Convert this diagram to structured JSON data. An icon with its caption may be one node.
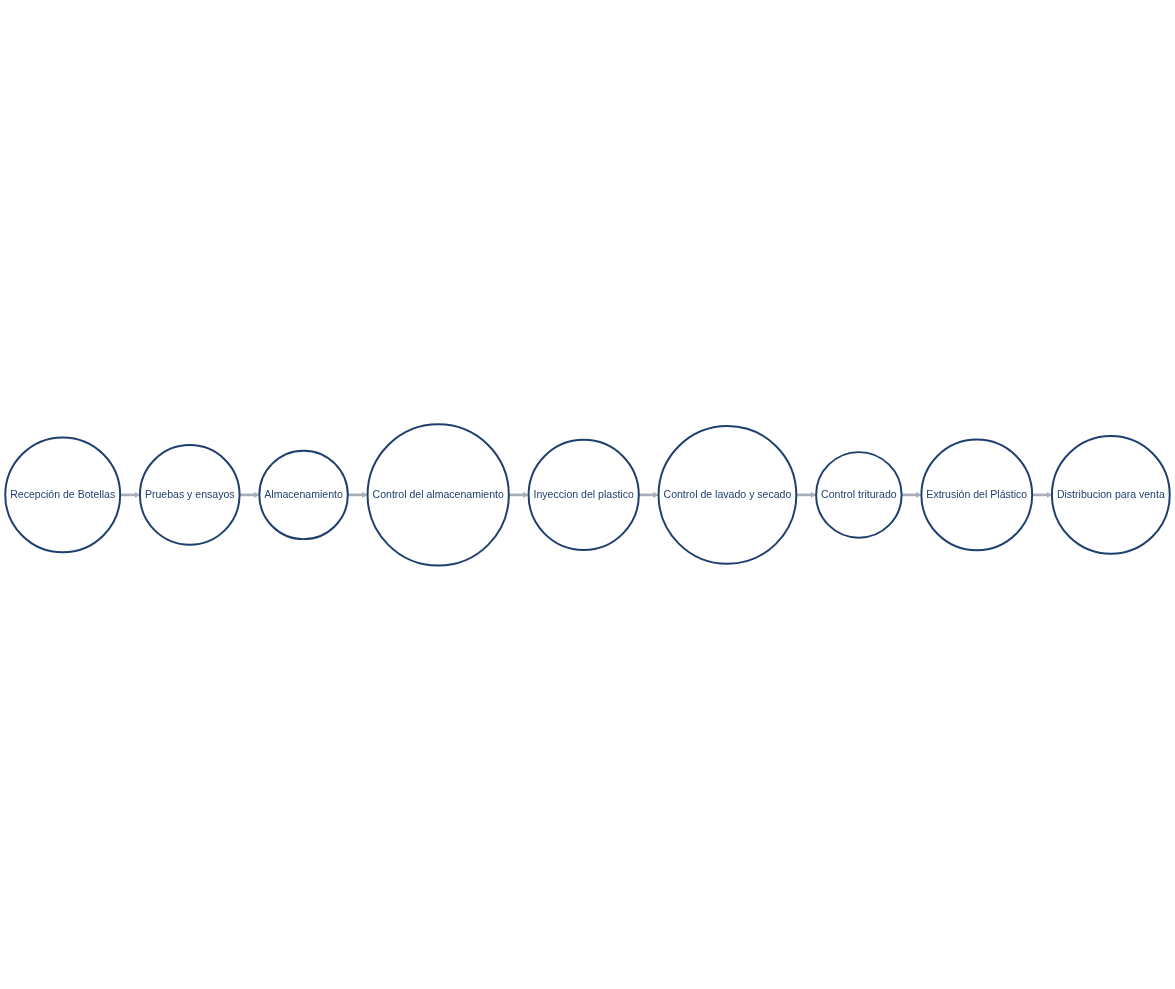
{
  "diagram": {
    "nodes": [
      {
        "text": [
          "Recepción de Botellas"
        ]
      },
      {
        "text": [
          "Control de lavado y secado"
        ]
      },
      {
        "text": [
          "Control triturado"
        ]
      },
      {
        "text": [
          "Pruebas y ensayos"
        ]
      },
      {
        "text": [
          "Inyeccion del plastico"
        ]
      },
      {
        "text": [
          "Extrusión del Plástico"
        ]
      },
      {
        "text": [
          "Almacenamiento"
        ]
      },
      {
        "text": [
          "Control del almacenamiento"
        ]
      },
      {
        "text": [
          "Distribucion para venta"
        ]
      }
    ],
    "edges": [
      {
        "from": 0,
        "to": 3,
        "arrow": "to"
      },
      {
        "from": 3,
        "to": 6,
        "arrow": "to"
      },
      {
        "from": 6,
        "to": 7,
        "arrow": "to"
      },
      {
        "from": 7,
        "to": 4,
        "arrow": "to"
      },
      {
        "from": 4,
        "to": 1,
        "arrow": "to"
      },
      {
        "from": 1,
        "to": 2,
        "arrow": "to"
      },
      {
        "from": 2,
        "to": 5,
        "arrow": "to"
      },
      {
        "from": 5,
        "to": 8,
        "arrow": "to"
      }
    ]
  }
}
